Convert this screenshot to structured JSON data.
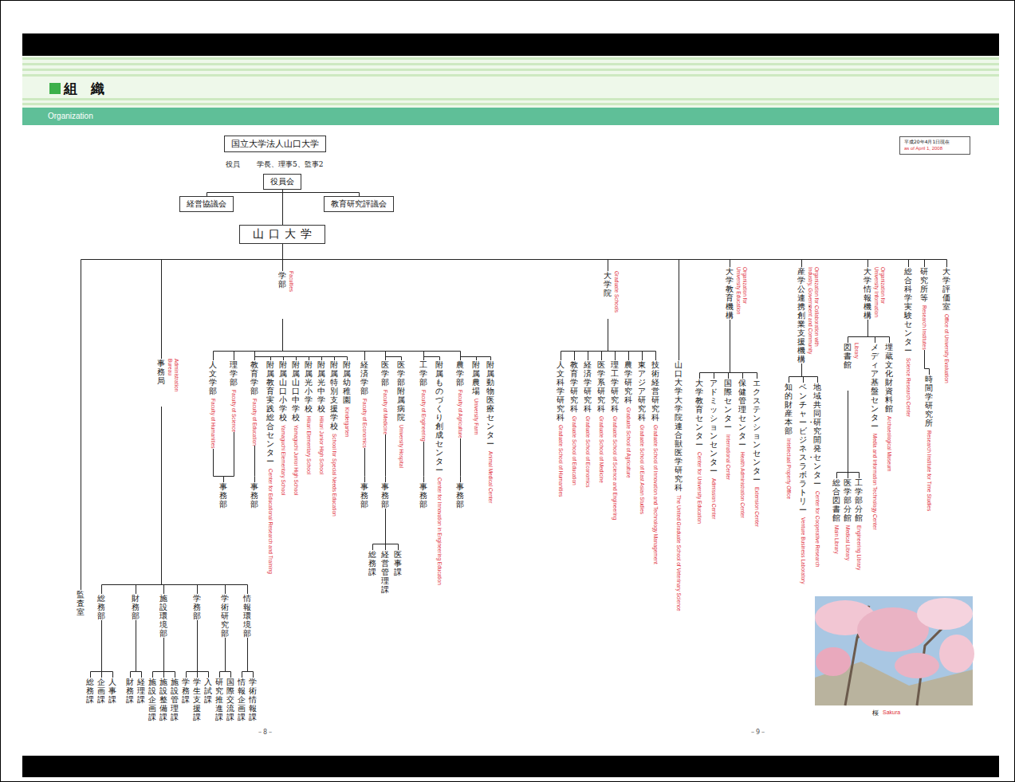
{
  "diagram": {
    "title": "組　織",
    "nodes": [
      {
        "text": [
          "国立大学法人山口大学"
        ]
      },
      {
        "text": [
          "役員会"
        ]
      },
      {
        "text": [
          "経営協議会"
        ]
      },
      {
        "text": [
          "教育研究評議会"
        ]
      },
      {
        "text": [
          "山口大学"
        ]
      },
      {
        "text": [
          "監査室"
        ]
      },
      {
        "text": [
          "事務局",
          "Administration Bureau"
        ]
      },
      {
        "text": [
          "総務部"
        ]
      },
      {
        "text": [
          "総務課"
        ]
      },
      {
        "text": [
          "企画課"
        ]
      },
      {
        "text": [
          "人事課"
        ]
      },
      {
        "text": [
          "財務部"
        ]
      },
      {
        "text": [
          "財務課"
        ]
      },
      {
        "text": [
          "経理課"
        ]
      },
      {
        "text": [
          "施設環境部"
        ]
      },
      {
        "text": [
          "施設企画課"
        ]
      },
      {
        "text": [
          "施設整備課"
        ]
      },
      {
        "text": [
          "施設管理課"
        ]
      },
      {
        "text": [
          "学務部"
        ]
      },
      {
        "text": [
          "学務課"
        ]
      },
      {
        "text": [
          "学生支援課"
        ]
      },
      {
        "text": [
          "入試課"
        ]
      },
      {
        "text": [
          "学術研究部"
        ]
      },
      {
        "text": [
          "研究推進課"
        ]
      },
      {
        "text": [
          "国際交流課"
        ]
      },
      {
        "text": [
          "情報環境部"
        ]
      },
      {
        "text": [
          "情報企画課"
        ]
      },
      {
        "text": [
          "学術情報課"
        ]
      },
      {
        "text": [
          "学部",
          "Faculties"
        ]
      },
      {
        "text": [
          "人文学部",
          "Faculty of Humanities"
        ]
      },
      {
        "text": [
          "理学部",
          "Faculty of Science"
        ]
      },
      {
        "text": [
          "事務部"
        ]
      },
      {
        "text": [
          "教育学部",
          "Faculty of Education"
        ]
      },
      {
        "text": [
          "附属教育実践総合センター",
          "Center for Educational Research and Training"
        ]
      },
      {
        "text": [
          "附属山口小学校",
          "Yamaguchi Elementary School"
        ]
      },
      {
        "text": [
          "附属山口中学校",
          "Yamaguchi Junior High School"
        ]
      },
      {
        "text": [
          "附属光小学校",
          "Hikari Elementary School"
        ]
      },
      {
        "text": [
          "附属光中学校",
          "Hikari Junior High School"
        ]
      },
      {
        "text": [
          "附属特別支援学校",
          "School for Special Needs Education"
        ]
      },
      {
        "text": [
          "附属幼稚園",
          "Kindergarten"
        ]
      },
      {
        "text": [
          "事務部"
        ]
      },
      {
        "text": [
          "経済学部",
          "Faculty of Economics"
        ]
      },
      {
        "text": [
          "事務部"
        ]
      },
      {
        "text": [
          "医学部",
          "Faculty of Medicine"
        ]
      },
      {
        "text": [
          "医学部附属病院",
          "University Hospital"
        ]
      },
      {
        "text": [
          "事務部"
        ]
      },
      {
        "text": [
          "総務課"
        ]
      },
      {
        "text": [
          "経営管理課"
        ]
      },
      {
        "text": [
          "医事課"
        ]
      },
      {
        "text": [
          "工学部",
          "Faculty of Engineering"
        ]
      },
      {
        "text": [
          "附属ものづくり創成センター",
          "Center for Innovation in Engineering Education"
        ]
      },
      {
        "text": [
          "事務部"
        ]
      },
      {
        "text": [
          "農学部",
          "Faculty of Agriculture"
        ]
      },
      {
        "text": [
          "附属農場",
          "University Farm"
        ]
      },
      {
        "text": [
          "附属動物医療センター",
          "Animal Medical Center"
        ]
      },
      {
        "text": [
          "事務部"
        ]
      },
      {
        "text": [
          "大学院",
          "Graduate Schools"
        ]
      },
      {
        "text": [
          "人文科学研究科",
          "Graduate School of Humanities"
        ]
      },
      {
        "text": [
          "教育学研究科",
          "Graduate School of Education"
        ]
      },
      {
        "text": [
          "経済学研究科",
          "Graduate School of Economics"
        ]
      },
      {
        "text": [
          "医学系研究科",
          "Graduate School of Medicine"
        ]
      },
      {
        "text": [
          "理工学研究科",
          "Graduate School of Science and Engineering"
        ]
      },
      {
        "text": [
          "農学研究科",
          "Graduate School of Agriculture"
        ]
      },
      {
        "text": [
          "東アジア研究科",
          "Graduate School of East Asian Studies"
        ]
      },
      {
        "text": [
          "技術経営研究科",
          "Graduate School of Innovation and Technology Management"
        ]
      },
      {
        "text": [
          "山口大学大学院連合獣医学研究科",
          "The United Graduate School of Veterinary Science"
        ]
      },
      {
        "text": [
          "大学教育機構",
          "Organization for University Education"
        ]
      },
      {
        "text": [
          "大学教育センター",
          "Center for University Education"
        ]
      },
      {
        "text": [
          "アドミッションセンター",
          "Admission Center"
        ]
      },
      {
        "text": [
          "国際センター",
          "International Center"
        ]
      },
      {
        "text": [
          "保健管理センター",
          "Health Administration Center"
        ]
      },
      {
        "text": [
          "エクステンションセンター",
          "Extension Center"
        ]
      },
      {
        "text": [
          "産学公連携・創業支援機構",
          "Organization for Collaboration with Industry, Government and Community"
        ]
      },
      {
        "text": [
          "知的財産本部",
          "Intellectual Property Office"
        ]
      },
      {
        "text": [
          "ベンチャー・ビジネス・ラボラトリー",
          "Venture Business Laboratory"
        ]
      },
      {
        "text": [
          "地域共同研究開発センター",
          "Center for Cooperative Research"
        ]
      },
      {
        "text": [
          "大学情報機構",
          "Organization for University Information"
        ]
      },
      {
        "text": [
          "図書館",
          "Library"
        ]
      },
      {
        "text": [
          "総合図書館",
          "Main Library"
        ]
      },
      {
        "text": [
          "医学部分館",
          "Medical Library"
        ]
      },
      {
        "text": [
          "工学部分館",
          "Engineering Library"
        ]
      },
      {
        "text": [
          "メディア基盤センター",
          "Media and Information Technology Center"
        ]
      },
      {
        "text": [
          "埋蔵文化財資料館",
          "Archaeological Museum"
        ]
      },
      {
        "text": [
          "総合科学実験センター",
          "Science Research Center"
        ]
      },
      {
        "text": [
          "研究所等",
          "Research Institutes"
        ]
      },
      {
        "text": [
          "時間学研究所",
          "Research Institute for Time Studies"
        ]
      },
      {
        "text": [
          "大学評価室",
          "Office of University Evaluation"
        ]
      }
    ],
    "edges": [
      {
        "from": 1,
        "to": 2,
        "arrow": "none"
      },
      {
        "from": 1,
        "to": 3,
        "arrow": "none"
      },
      {
        "from": 1,
        "to": 4,
        "arrow": "none"
      },
      {
        "from": 4,
        "to": 5,
        "arrow": "none"
      },
      {
        "from": 4,
        "to": 6,
        "arrow": "none"
      },
      {
        "from": 4,
        "to": 28,
        "arrow": "none"
      },
      {
        "from": 4,
        "to": 56,
        "arrow": "none"
      },
      {
        "from": 4,
        "to": 65,
        "arrow": "none"
      },
      {
        "from": 4,
        "to": 66,
        "arrow": "none"
      },
      {
        "from": 4,
        "to": 72,
        "arrow": "none"
      },
      {
        "from": 4,
        "to": 76,
        "arrow": "none"
      },
      {
        "from": 4,
        "to": 83,
        "arrow": "none"
      },
      {
        "from": 4,
        "to": 84,
        "arrow": "none"
      },
      {
        "from": 4,
        "to": 86,
        "arrow": "none"
      },
      {
        "from": 6,
        "to": 7,
        "arrow": "none"
      },
      {
        "from": 6,
        "to": 11,
        "arrow": "none"
      },
      {
        "from": 6,
        "to": 14,
        "arrow": "none"
      },
      {
        "from": 6,
        "to": 18,
        "arrow": "none"
      },
      {
        "from": 6,
        "to": 22,
        "arrow": "none"
      },
      {
        "from": 6,
        "to": 25,
        "arrow": "none"
      },
      {
        "from": 7,
        "to": 8,
        "arrow": "none"
      },
      {
        "from": 7,
        "to": 9,
        "arrow": "none"
      },
      {
        "from": 7,
        "to": 10,
        "arrow": "none"
      },
      {
        "from": 11,
        "to": 12,
        "arrow": "none"
      },
      {
        "from": 11,
        "to": 13,
        "arrow": "none"
      },
      {
        "from": 14,
        "to": 15,
        "arrow": "none"
      },
      {
        "from": 14,
        "to": 16,
        "arrow": "none"
      },
      {
        "from": 14,
        "to": 17,
        "arrow": "none"
      },
      {
        "from": 18,
        "to": 19,
        "arrow": "none"
      },
      {
        "from": 18,
        "to": 20,
        "arrow": "none"
      },
      {
        "from": 18,
        "to": 21,
        "arrow": "none"
      },
      {
        "from": 22,
        "to": 23,
        "arrow": "none"
      },
      {
        "from": 22,
        "to": 24,
        "arrow": "none"
      },
      {
        "from": 25,
        "to": 26,
        "arrow": "none"
      },
      {
        "from": 25,
        "to": 27,
        "arrow": "none"
      },
      {
        "from": 28,
        "to": 29,
        "arrow": "none"
      },
      {
        "from": 28,
        "to": 30,
        "arrow": "none"
      },
      {
        "from": 28,
        "to": 32,
        "arrow": "none"
      },
      {
        "from": 28,
        "to": 41,
        "arrow": "none"
      },
      {
        "from": 28,
        "to": 43,
        "arrow": "none"
      },
      {
        "from": 28,
        "to": 49,
        "arrow": "none"
      },
      {
        "from": 28,
        "to": 52,
        "arrow": "none"
      },
      {
        "from": 29,
        "to": 31,
        "arrow": "none"
      },
      {
        "from": 30,
        "to": 31,
        "arrow": "none"
      },
      {
        "from": 32,
        "to": 33,
        "arrow": "none"
      },
      {
        "from": 32,
        "to": 34,
        "arrow": "none"
      },
      {
        "from": 32,
        "to": 35,
        "arrow": "none"
      },
      {
        "from": 32,
        "to": 36,
        "arrow": "none"
      },
      {
        "from": 32,
        "to": 37,
        "arrow": "none"
      },
      {
        "from": 32,
        "to": 38,
        "arrow": "none"
      },
      {
        "from": 32,
        "to": 39,
        "arrow": "none"
      },
      {
        "from": 32,
        "to": 40,
        "arrow": "none"
      },
      {
        "from": 41,
        "to": 42,
        "arrow": "none"
      },
      {
        "from": 43,
        "to": 44,
        "arrow": "none"
      },
      {
        "from": 43,
        "to": 45,
        "arrow": "none"
      },
      {
        "from": 45,
        "to": 46,
        "arrow": "none"
      },
      {
        "from": 45,
        "to": 47,
        "arrow": "none"
      },
      {
        "from": 45,
        "to": 48,
        "arrow": "none"
      },
      {
        "from": 49,
        "to": 50,
        "arrow": "none"
      },
      {
        "from": 49,
        "to": 51,
        "arrow": "none"
      },
      {
        "from": 52,
        "to": 53,
        "arrow": "none"
      },
      {
        "from": 52,
        "to": 54,
        "arrow": "none"
      },
      {
        "from": 52,
        "to": 55,
        "arrow": "none"
      },
      {
        "from": 56,
        "to": 57,
        "arrow": "none"
      },
      {
        "from": 56,
        "to": 58,
        "arrow": "none"
      },
      {
        "from": 56,
        "to": 59,
        "arrow": "none"
      },
      {
        "from": 56,
        "to": 60,
        "arrow": "none"
      },
      {
        "from": 56,
        "to": 61,
        "arrow": "none"
      },
      {
        "from": 56,
        "to": 62,
        "arrow": "none"
      },
      {
        "from": 56,
        "to": 63,
        "arrow": "none"
      },
      {
        "from": 56,
        "to": 64,
        "arrow": "none"
      },
      {
        "from": 66,
        "to": 67,
        "arrow": "none"
      },
      {
        "from": 66,
        "to": 68,
        "arrow": "none"
      },
      {
        "from": 66,
        "to": 69,
        "arrow": "none"
      },
      {
        "from": 66,
        "to": 70,
        "arrow": "none"
      },
      {
        "from": 66,
        "to": 71,
        "arrow": "none"
      },
      {
        "from": 72,
        "to": 73,
        "arrow": "none"
      },
      {
        "from": 72,
        "to": 74,
        "arrow": "none"
      },
      {
        "from": 72,
        "to": 75,
        "arrow": "none"
      },
      {
        "from": 76,
        "to": 77,
        "arrow": "none"
      },
      {
        "from": 76,
        "to": 81,
        "arrow": "none"
      },
      {
        "from": 76,
        "to": 82,
        "arrow": "none"
      },
      {
        "from": 77,
        "to": 78,
        "arrow": "none"
      },
      {
        "from": 77,
        "to": 79,
        "arrow": "none"
      },
      {
        "from": 77,
        "to": 80,
        "arrow": "none"
      },
      {
        "from": 84,
        "to": 85,
        "arrow": "none"
      }
    ],
    "labels": [
      "役員",
      "学長、理事5、監事2",
      "平成20年4月1日現在",
      "as of April 1, 2008",
      "Organization",
      "－8－",
      "－9－",
      "桜",
      "Sakura"
    ]
  }
}
